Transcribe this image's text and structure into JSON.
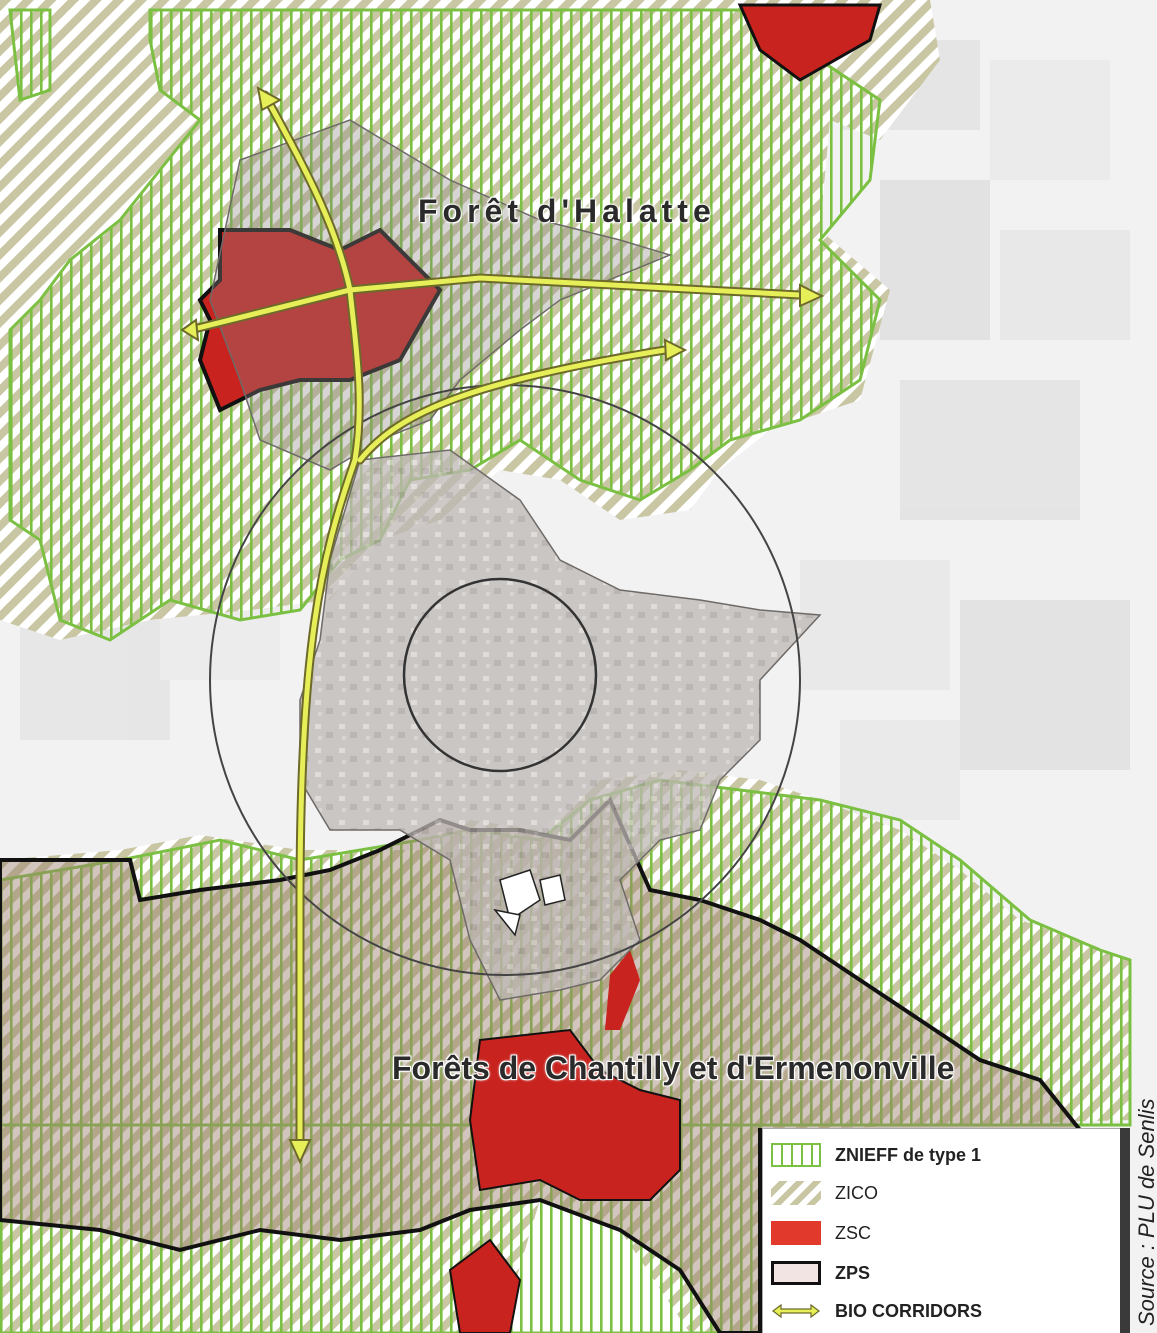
{
  "map": {
    "labels": {
      "halatte": "Forêt d'Halatte",
      "chantilly": "Forêts de Chantilly et d'Ermenonville"
    }
  },
  "legend": {
    "items": [
      {
        "label": "ZNIEFF de type 1",
        "color": "#7cc043"
      },
      {
        "label": "ZICO",
        "color": "#c9c6a3"
      },
      {
        "label": "ZSC",
        "color": "#e13a2c"
      },
      {
        "label": "ZPS",
        "color": "#111111"
      },
      {
        "label": "BIO CORRIDORS",
        "color": "#e6ef57"
      }
    ]
  },
  "source": "Source : PLU de Senlis",
  "colors": {
    "znieff": "#7cc043",
    "zico": "#c9c6a3",
    "zsc": "#e13a2c",
    "zps_border": "#111111",
    "corridor": "#e6ef57",
    "urban": "#b9b3b0"
  }
}
